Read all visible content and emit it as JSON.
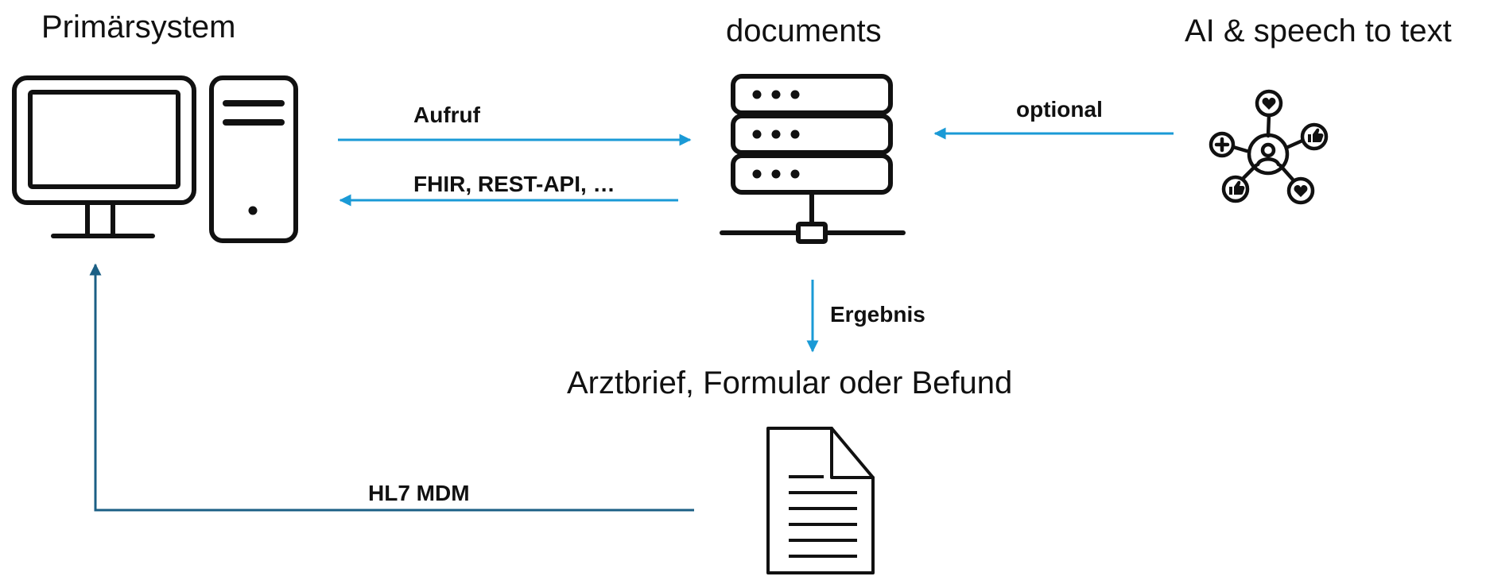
{
  "nodes": {
    "primary_system": "Primärsystem",
    "documents": "documents",
    "ai_speech": "AI & speech to text",
    "output_document": "Arztbrief, Formular oder Befund"
  },
  "edges": {
    "call": "Aufruf",
    "response": "FHIR, REST-API, …",
    "optional": "optional",
    "result": "Ergebnis",
    "hl7": "HL7 MDM"
  },
  "icons": {
    "primary_system": "desktop-computer-icon",
    "documents": "server-stack-icon",
    "ai_speech": "social-network-icon",
    "output_document": "document-icon"
  },
  "colors": {
    "arrow_light": "#1a9ad6",
    "arrow_dark": "#1b5f85",
    "icon": "#111111",
    "text": "#111111"
  }
}
